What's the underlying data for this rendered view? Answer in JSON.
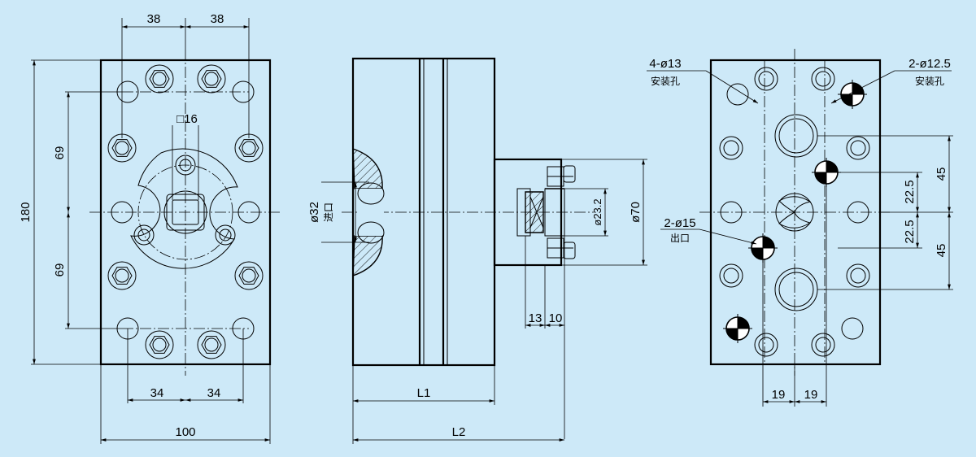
{
  "front_view": {
    "dim_top_left": "38",
    "dim_top_right": "38",
    "dim_square": "□16",
    "dim_height_total": "180",
    "dim_upper": "69",
    "dim_lower": "69",
    "dim_bottom_left": "34",
    "dim_bottom_right": "34",
    "dim_width": "100"
  },
  "side_view": {
    "dim_inlet_dia": "ø32",
    "inlet_label": "进口",
    "dim_shaft_dia": "ø23.2",
    "dim_flange_dia": "ø70",
    "dim_13": "13",
    "dim_10": "10",
    "dim_L1": "L1",
    "dim_L2": "L2"
  },
  "rear_view": {
    "mount_holes_left": "4-ø13",
    "mount_label_left": "安装孔",
    "mount_holes_right": "2-ø12.5",
    "mount_label_right": "安装孔",
    "outlet_holes": "2-ø15",
    "outlet_label": "出口",
    "dim_45_top": "45",
    "dim_45_bottom": "45",
    "dim_22_5_top": "22.5",
    "dim_22_5_bottom": "22.5",
    "dim_19_left": "19",
    "dim_19_right": "19"
  }
}
